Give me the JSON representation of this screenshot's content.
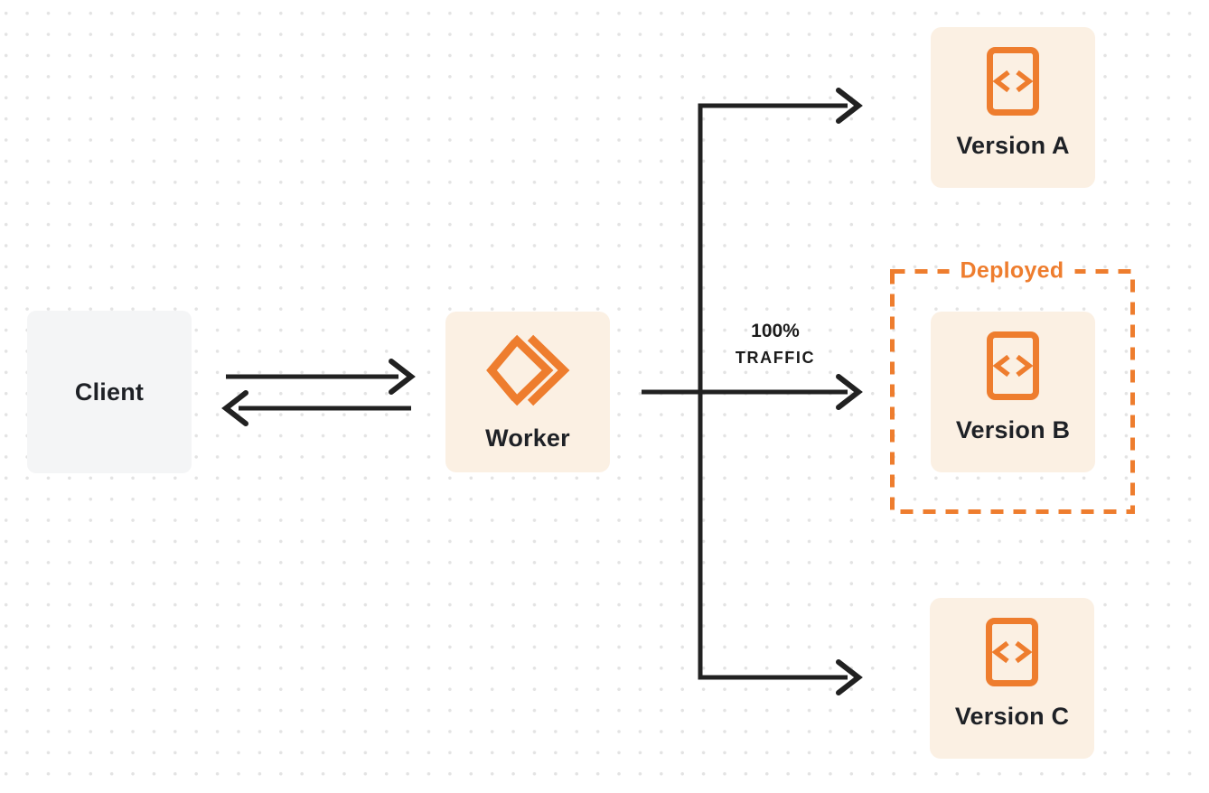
{
  "colors": {
    "accent_orange": "#EE7D2E",
    "node_cream": "#FBF0E3",
    "client_gray": "#F4F5F6",
    "arrow_dark": "#212121",
    "text_dark": "#1E2126",
    "dot_grid": "#E3E3E3",
    "page_bg": "#FFFFFF"
  },
  "nodes": {
    "client": {
      "label": "Client"
    },
    "worker": {
      "label": "Worker",
      "icon": "workers-chevron-diamond-icon"
    },
    "version_a": {
      "label": "Version A",
      "icon": "code-document-icon"
    },
    "version_b": {
      "label": "Version B",
      "icon": "code-document-icon"
    },
    "version_c": {
      "label": "Version C",
      "icon": "code-document-icon"
    }
  },
  "annotations": {
    "deployed_label": "Deployed",
    "traffic_label": {
      "line1": "100%",
      "line2": "TRAFFIC"
    }
  }
}
